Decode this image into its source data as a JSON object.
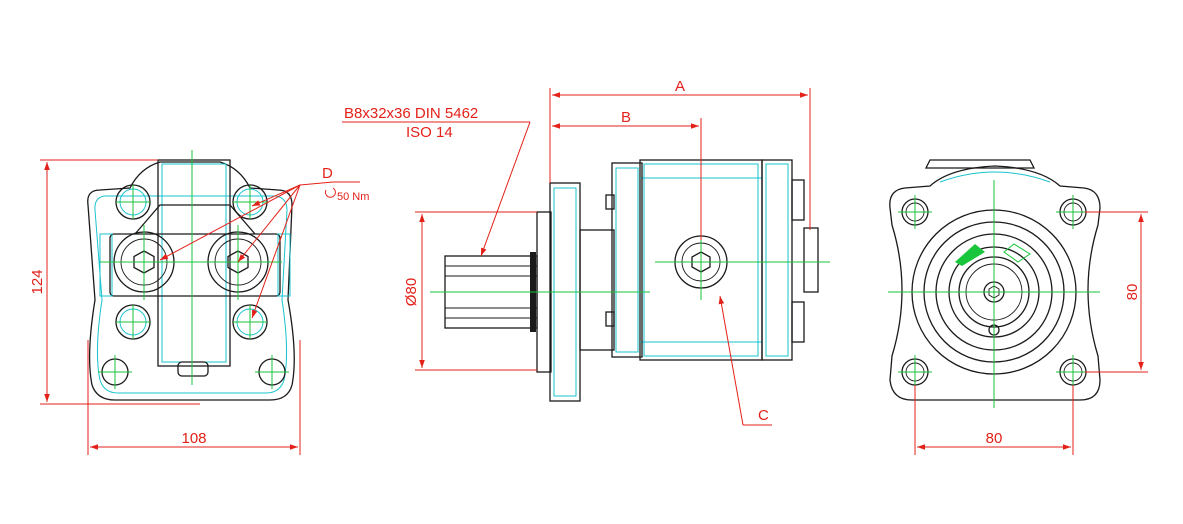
{
  "labels": {
    "dim_a": "A",
    "dim_b": "B",
    "spline_line1": "B8x32x36 DIN 5462",
    "spline_line2": "ISO 14",
    "dim_d": "D",
    "torque": "50 Nm",
    "dim_c": "C",
    "height_left": "124",
    "width_left": "108",
    "diameter_shaft": "Ø80",
    "width_right": "80",
    "height_right": "80"
  },
  "colors": {
    "outline": "#1a1a1a",
    "dimension": "#e32119",
    "hidden": "#19c3cf",
    "centerline": "#19c53a"
  }
}
